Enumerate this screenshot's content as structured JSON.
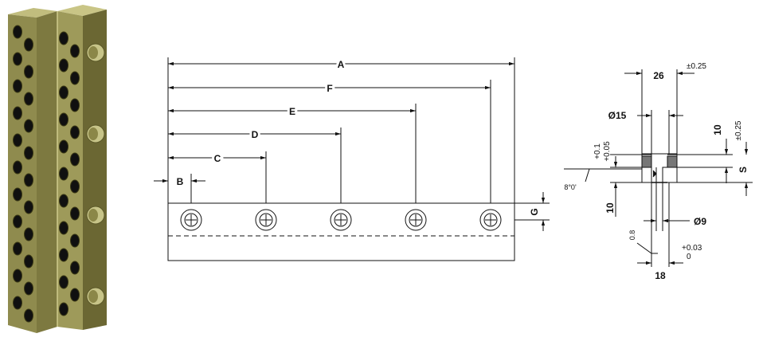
{
  "render": {
    "labels": {
      "A": "A",
      "B": "B",
      "C": "C",
      "D": "D",
      "E": "E",
      "F": "F",
      "G": "G",
      "S": "S",
      "dim_26": "26",
      "tol_025_top": "±0.25",
      "dia_15": "Ø15",
      "dim_10_right": "10",
      "tol_025_right": "±0.25",
      "tol_01": "+0.1",
      "tol_005": "+0.05",
      "angle_8": "8°0'",
      "dim_10_left": "10",
      "dia_9": "Ø9",
      "dim_08": "0.8",
      "tol_003": "+0.03",
      "tol_0": "0",
      "dim_18": "18"
    },
    "colors": {
      "bar_body": "#8f8b4e",
      "bar_light": "#b6b272",
      "bar_dark": "#5f5b2a",
      "hole": "#101010",
      "line": "#111111"
    },
    "holes_per_column": 11,
    "side_mounting_holes": 4,
    "drawing_holes": 5
  }
}
